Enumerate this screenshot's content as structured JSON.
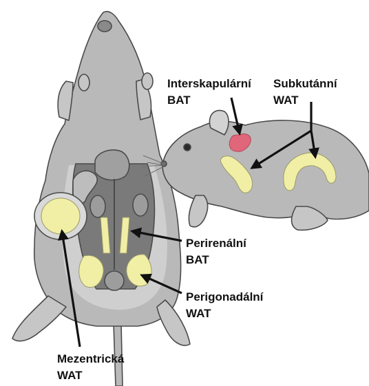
{
  "labels": {
    "interscapular": {
      "line1": "Interskapulární",
      "line2": "BAT"
    },
    "subcutaneous": {
      "line1": "Subkutánní",
      "line2": "WAT"
    },
    "perirenal": {
      "line1": "Perirenální",
      "line2": "BAT"
    },
    "perigonadal": {
      "line1": "Perigonadální",
      "line2": "WAT"
    },
    "mesenteric": {
      "line1": "Mezentrická",
      "line2": "WAT"
    }
  },
  "colors": {
    "body_fill": "#b9b9b9",
    "body_light": "#d6d6d6",
    "outline": "#4a4a4a",
    "white_fat": "#f1efa6",
    "brown_fat": "#e0667a",
    "arrow": "#111111"
  }
}
